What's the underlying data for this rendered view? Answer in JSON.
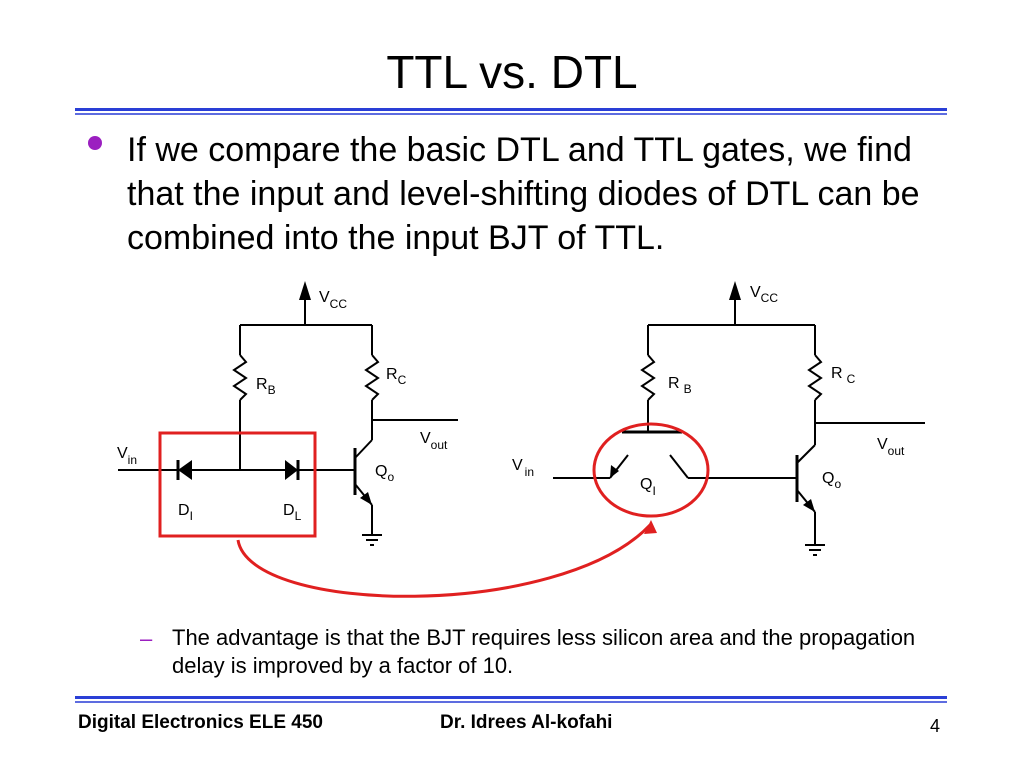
{
  "slide": {
    "title": "TTL vs. DTL",
    "bullet": "If we compare the basic DTL and TTL gates, we find that the input and level-shifting diodes of DTL can be combined into the input BJT of TTL.",
    "sub_bullet": "The advantage is that the BJT requires less silicon area and the propagation delay is improved by a factor of 10.",
    "footer_left": "Digital Electronics ELE 450",
    "footer_mid": "Dr. Idrees Al-kofahi",
    "page_number": "4"
  },
  "dtl": {
    "vcc": {
      "main": "V",
      "sub": "CC"
    },
    "rb": {
      "main": "R",
      "sub": "B"
    },
    "rc": {
      "main": "R",
      "sub": "C"
    },
    "vout": {
      "main": "V",
      "sub": "out"
    },
    "vin": {
      "main": "V",
      "sub": "in"
    },
    "qo": {
      "main": "Q",
      "sub": "o"
    },
    "di": {
      "main": "D",
      "sub": "I"
    },
    "dl": {
      "main": "D",
      "sub": "L"
    }
  },
  "ttl": {
    "vcc": {
      "main": "V",
      "sub": "CC"
    },
    "rb": {
      "main": "R",
      "sub": "B"
    },
    "rc": {
      "main": "R",
      "sub": "C"
    },
    "vout": {
      "main": "V",
      "sub": "out"
    },
    "vin": {
      "main": "V",
      "sub": "in"
    },
    "qi": {
      "main": "Q",
      "sub": "I"
    },
    "qo": {
      "main": "Q",
      "sub": "o"
    }
  },
  "colors": {
    "rule": "#2a3fd6",
    "bullet": "#9b1fc0",
    "highlight": "#e02020"
  }
}
